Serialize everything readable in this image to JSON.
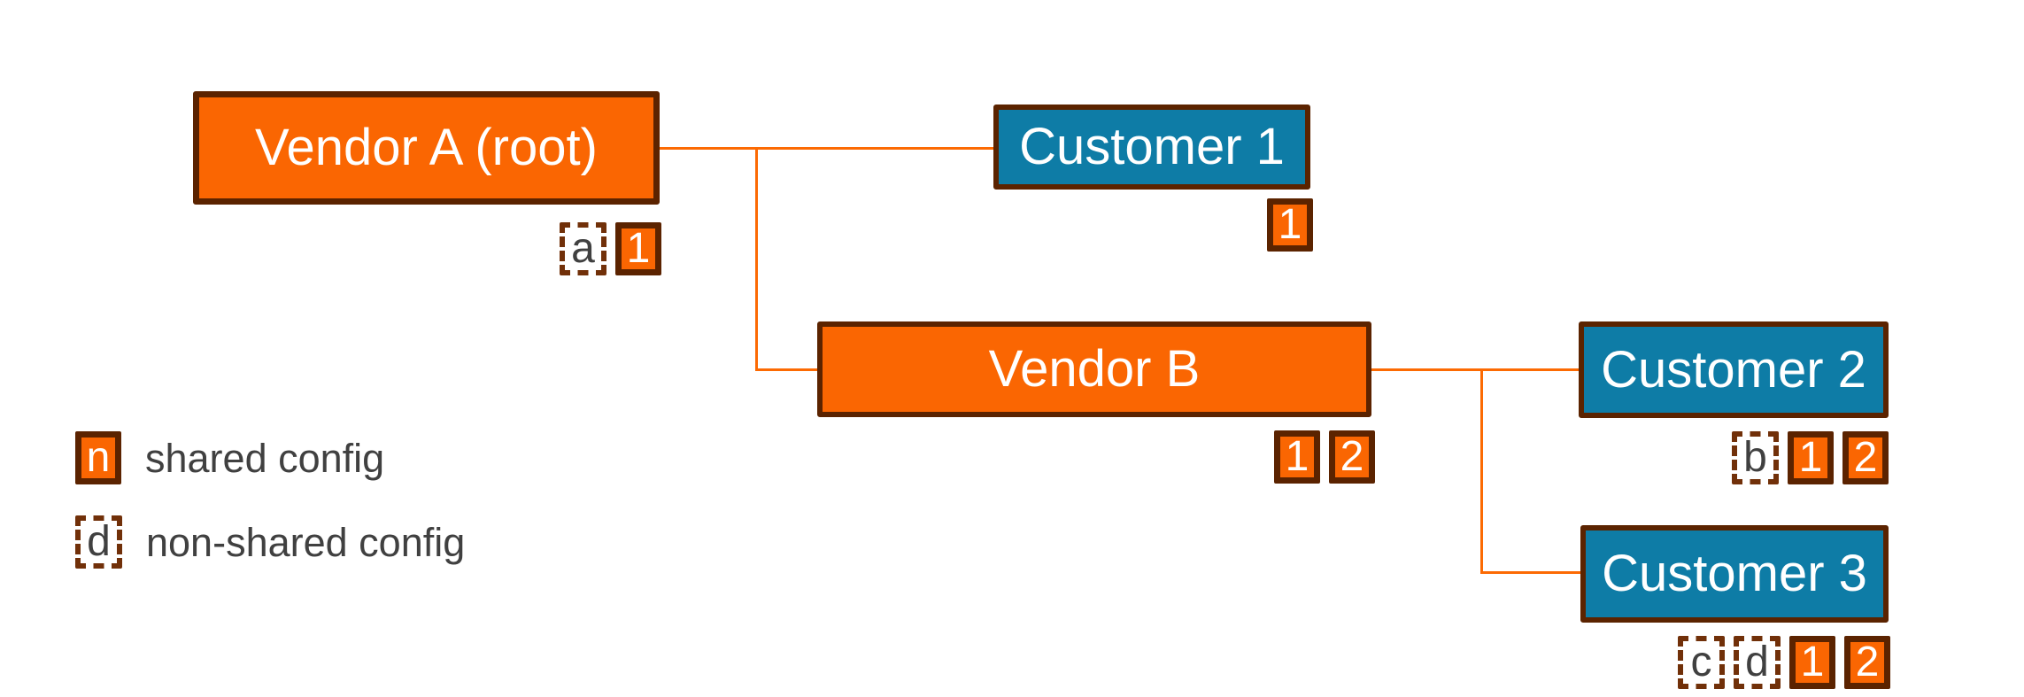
{
  "theme": {
    "vendor-fill": "#fa6602",
    "customer-fill": "#0e7ca6",
    "border-brown": "#5b2300",
    "dotted-brown": "#713009",
    "line-orange": "#fc6a03",
    "legend-text": "#404040",
    "background": "#ffffff"
  },
  "diagram": {
    "nodes": [
      {
        "id": "vendor-a",
        "type": "vendor",
        "label": "Vendor A (root)",
        "badges": [
          {
            "text": "a",
            "variant": "non-shared"
          },
          {
            "text": "1",
            "variant": "shared"
          }
        ]
      },
      {
        "id": "customer-1",
        "type": "customer",
        "label": "Customer 1",
        "badges": [
          {
            "text": "1",
            "variant": "shared"
          }
        ]
      },
      {
        "id": "vendor-b",
        "type": "vendor",
        "label": "Vendor B",
        "badges": [
          {
            "text": "1",
            "variant": "shared"
          },
          {
            "text": "2",
            "variant": "shared"
          }
        ]
      },
      {
        "id": "customer-2",
        "type": "customer",
        "label": "Customer 2",
        "badges": [
          {
            "text": "b",
            "variant": "non-shared"
          },
          {
            "text": "1",
            "variant": "shared"
          },
          {
            "text": "2",
            "variant": "shared"
          }
        ]
      },
      {
        "id": "customer-3",
        "type": "customer",
        "label": "Customer 3",
        "badges": [
          {
            "text": "c",
            "variant": "non-shared"
          },
          {
            "text": "d",
            "variant": "non-shared"
          },
          {
            "text": "1",
            "variant": "shared"
          },
          {
            "text": "2",
            "variant": "shared"
          }
        ]
      }
    ],
    "edges": [
      {
        "from": "vendor-a",
        "to": "customer-1"
      },
      {
        "from": "vendor-a",
        "to": "vendor-b"
      },
      {
        "from": "vendor-b",
        "to": "customer-2"
      },
      {
        "from": "vendor-b",
        "to": "customer-3"
      }
    ],
    "legend": {
      "shared": {
        "badge": "n",
        "label": "shared config"
      },
      "non_shared": {
        "badge": "d",
        "label": "non-shared config"
      }
    }
  }
}
